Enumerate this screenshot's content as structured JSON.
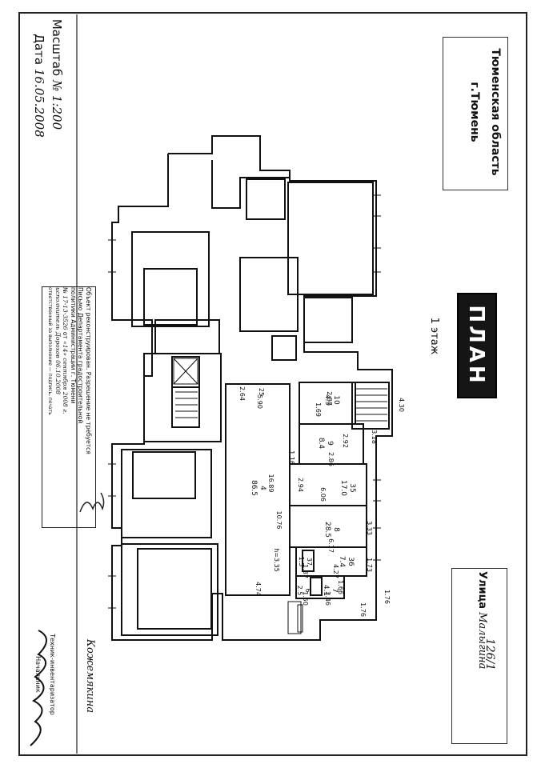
{
  "header": {
    "region": "Тюменская область",
    "city": "г.Тюмень"
  },
  "plan": {
    "word": "ПЛАН",
    "floor": "1 этаж"
  },
  "left_margin": {
    "scale_label": "Масштаб",
    "scale_value": "№ 1:200",
    "date_label": "Дата",
    "date_value": "16.05.2008"
  },
  "reconstruction_stamp": {
    "line1": "Объект реконструирован. Разрешение не требуется",
    "line2": "Письмо Департамента градостроительной",
    "line3": "политики Администрации г. Тюмени",
    "line4_prefix": "№",
    "line4_number": "17-13-3526",
    "line4_from": "от",
    "line4_date": "«14» сентября 2008 г.",
    "line5": "исполнитель Дорохов 06.10.2008",
    "line6": "ответственный за выполнение — подпись, печать"
  },
  "street": {
    "label": "Улица",
    "value": "Малыгина",
    "number": "126/1"
  },
  "inspector": {
    "title": "Техник-инвентаризатор",
    "name_label": "Начальник",
    "signature": "Кожемякина"
  },
  "dimensions": [
    "2.64",
    "25",
    "5.90",
    "16.89",
    "10.76",
    "h=3.35",
    "4.74",
    "1.16",
    "2.87",
    "1.69",
    "4.30",
    "3.18",
    "2.92",
    "2.86",
    "2.94",
    "6.06",
    "3.33",
    "6.17",
    "4.27",
    "1.73",
    "1.87",
    "2.46",
    "1.50",
    "1.76",
    "1.76",
    "1.66"
  ],
  "rooms": [
    {
      "num": "4",
      "area": "86.5"
    },
    {
      "num": "9",
      "area": "8.4"
    },
    {
      "num": "35",
      "area": "17.0"
    },
    {
      "num": "8",
      "area": "28.5"
    },
    {
      "num": "36",
      "area": "7.4"
    },
    {
      "num": "7",
      "area": "4.1"
    },
    {
      "num": "10",
      "area": "4.9"
    },
    {
      "num": "6",
      "area": "2.5"
    },
    {
      "num": "37",
      "area": "1.5"
    }
  ],
  "colors": {
    "ink": "#111111",
    "paper": "#ffffff",
    "gray": "#555555"
  }
}
